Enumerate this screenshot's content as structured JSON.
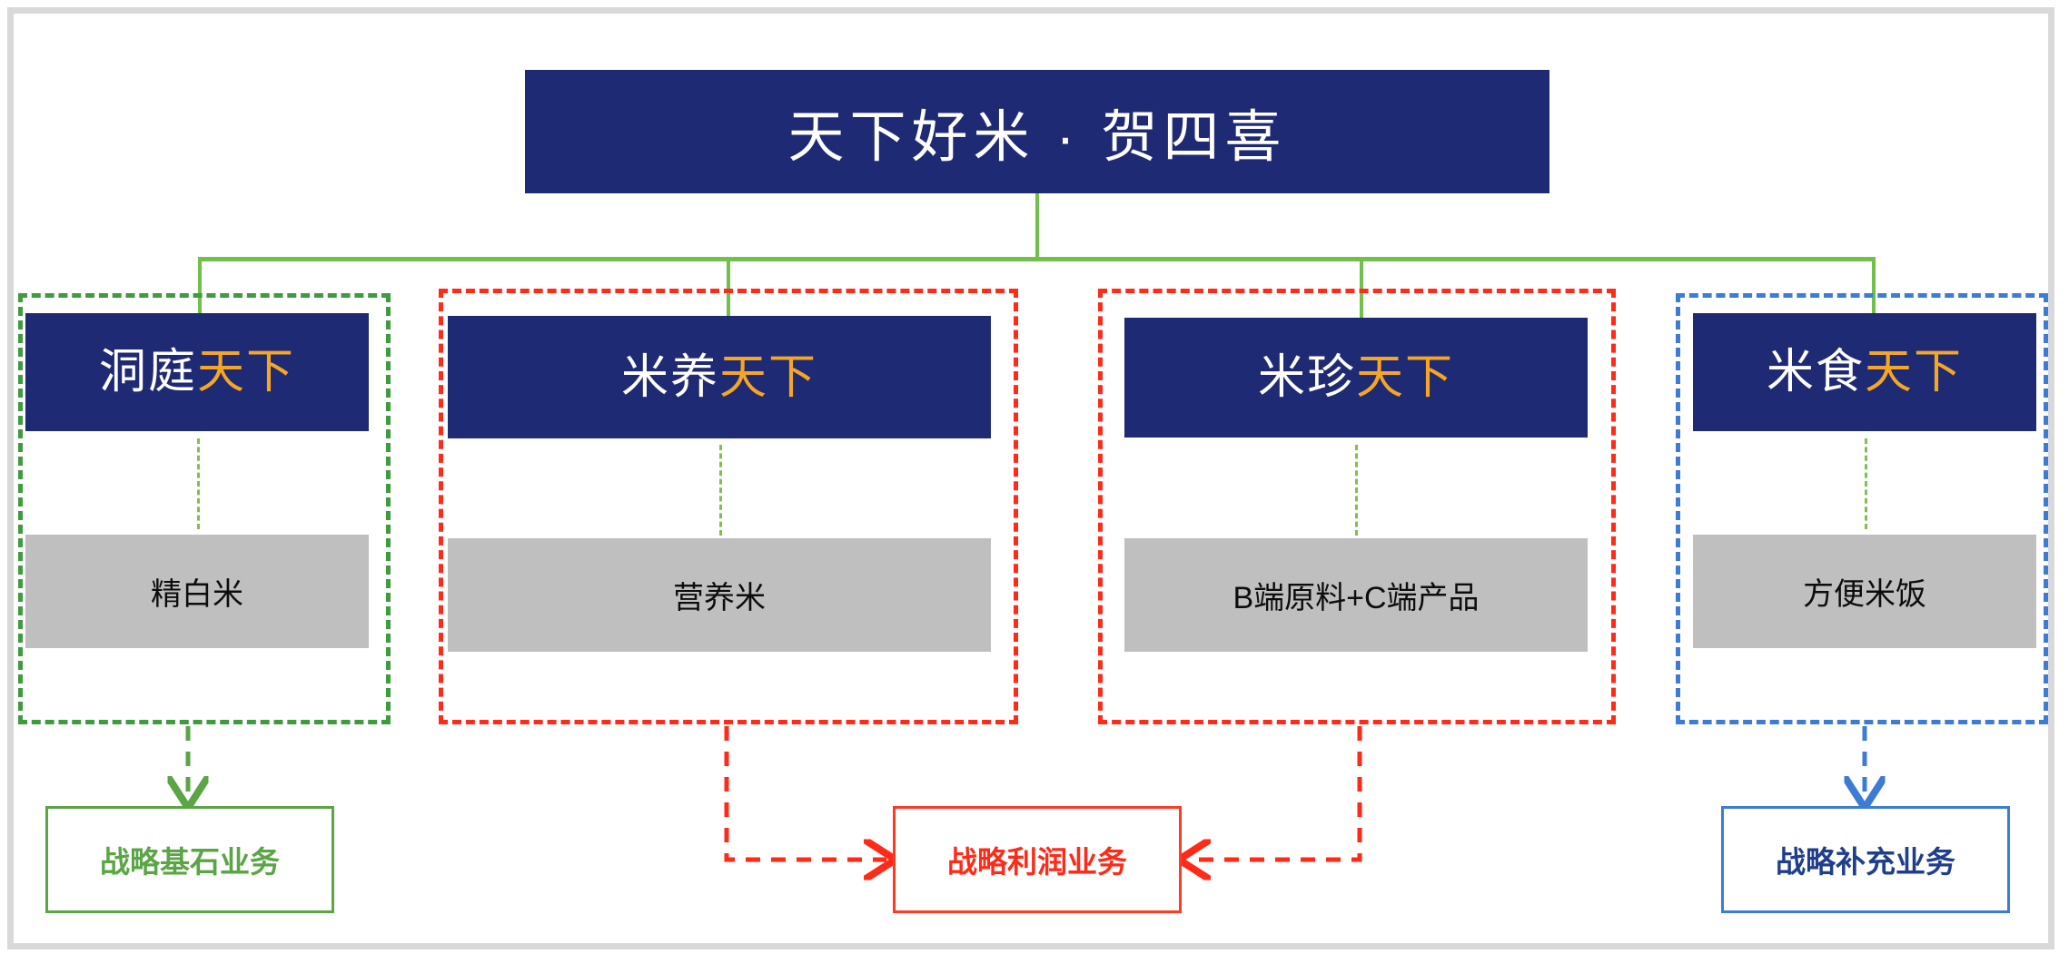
{
  "root": {
    "title": "天下好米 · 贺四喜"
  },
  "groups": [
    {
      "brand_prefix": "洞庭",
      "brand_suffix": "天下",
      "product": "精白米",
      "border_color": "#3E9B3E",
      "strategy_target": "战略基石业务"
    },
    {
      "brand_prefix": "米养",
      "brand_suffix": "天下",
      "product": "营养米",
      "border_color": "#FF2A18",
      "strategy_target": "战略利润业务"
    },
    {
      "brand_prefix": "米珍",
      "brand_suffix": "天下",
      "product": "B端原料+C端产品",
      "border_color": "#FF2A18",
      "strategy_target": "战略利润业务"
    },
    {
      "brand_prefix": "米食",
      "brand_suffix": "天下",
      "product": "方便米饭",
      "border_color": "#3D7CD4",
      "strategy_target": "战略补充业务"
    }
  ],
  "strategies": [
    {
      "label": "战略基石业务",
      "color": "#5AA545"
    },
    {
      "label": "战略利润业务",
      "color": "#FF2A18"
    },
    {
      "label": "战略补充业务",
      "color": "#1F3E8C"
    }
  ],
  "colors": {
    "brand_navy": "#1F2A74",
    "brand_orange": "#F5A623",
    "product_gray": "#BFBFBF",
    "connector_green": "#70C04A",
    "dashed_green": "#3E9B3E",
    "dashed_red": "#FF2A18",
    "dashed_blue": "#3D7CD4",
    "page_frame": "#D9D9D9"
  }
}
